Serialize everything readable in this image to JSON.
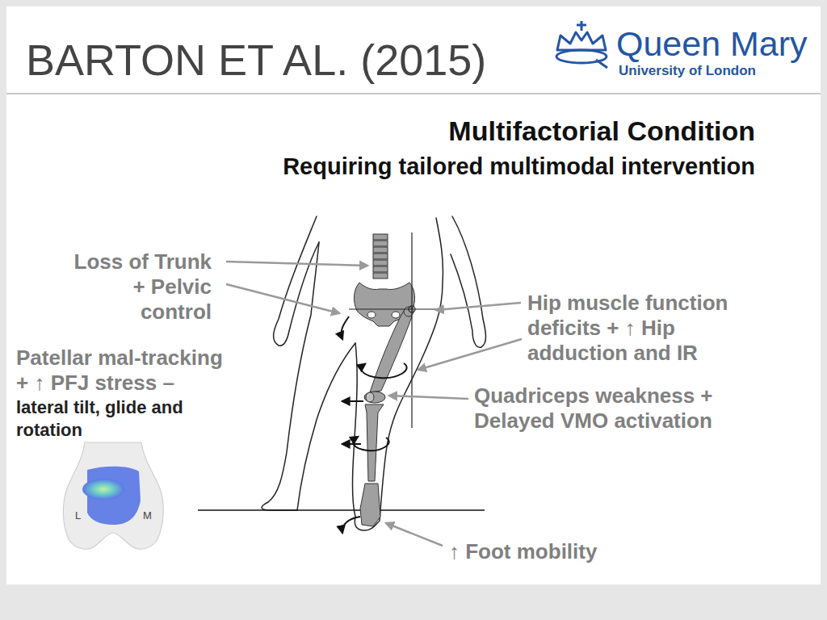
{
  "diagram": {
    "title": "BARTON ET AL. (2015)",
    "labels": [
      "Queen Mary",
      "University of London",
      "Multifactorial Condition",
      "Requiring tailored multimodal intervention",
      "Loss of Trunk + Pelvic control",
      "Hip muscle function deficits + ↑ Hip adduction and IR",
      "Patellar mal-tracking + ↑ PFJ stress –",
      "lateral tilt, glide and rotation",
      "Quadriceps weakness + Delayed VMO activation",
      "↑ Foot mobility",
      "L",
      "M"
    ]
  }
}
